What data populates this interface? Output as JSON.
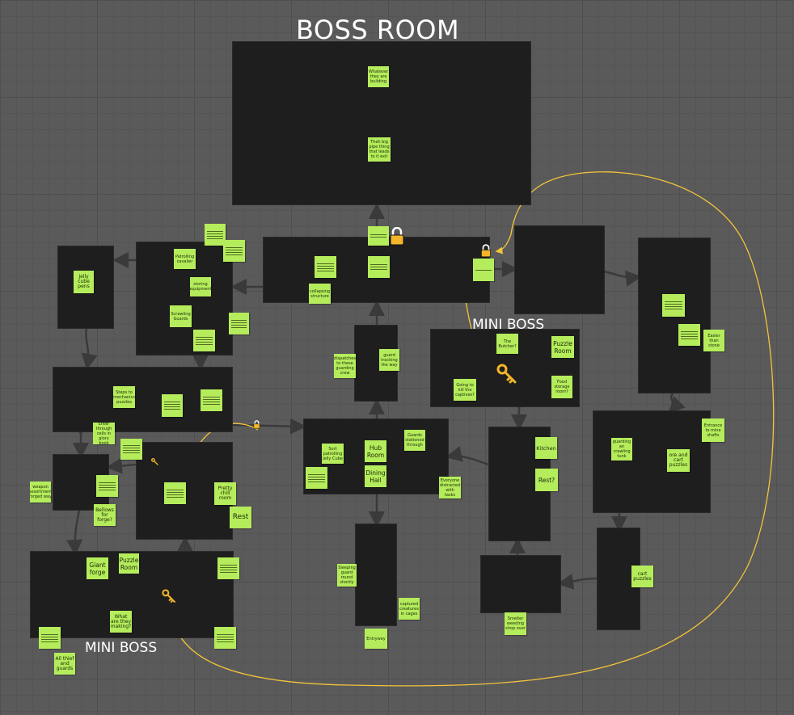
{
  "headings": {
    "boss_room": "BOSS ROOM",
    "mini_boss_right": "MINI BOSS",
    "mini_boss_left": "MINI BOSS"
  },
  "colors": {
    "room": "#1e1e1e",
    "note": "#b5ec5c",
    "key_path": "#f3c43a",
    "arrow": "#3a3a3a",
    "lock": "#f3b52a"
  },
  "notes": {
    "boss_whatever": "Whatever they are building",
    "boss_pipes": "Theh big pipe thing that leads to it exit",
    "jelly_pens": "Jelly cube pens",
    "patrolling_cavalier": "Patrolling cavalier",
    "storing_equipment": "storing equipment",
    "scrawling_guards": "Scrawling Guards",
    "collapsing_structure": "collapsing structure",
    "dispatches": "dispatches to these guarding crew",
    "guard_tracking": "guard tracking the way",
    "the_butcher": "The Butcher?",
    "puzzle_room_right": "Puzzle Room",
    "going_to_kill": "Going to kill the captives?",
    "food_storage": "Food storage room?",
    "easier_stone": "Easier than stone",
    "entrance_mine": "Entrance to mine shafts",
    "guarding_crawling": "guarding an crawling tunk",
    "ore_cart": "ore and cart puzzles",
    "steps_mechanics": "Steps to mechanics puzzles",
    "enter_through": "Enter through cells in glory book",
    "guards_patrolling_jelly": "Sort patrolling Jelly Cube",
    "hub_room": "Hub Room",
    "dining_hall": "Dining Hall",
    "guards_stationed": "Guards stationed through",
    "everyone_distracted": "Everyone distracted with tasks",
    "kitchen": "Kitchen",
    "rest_right": "Rest?",
    "pretty_chill": "Pretty chill room",
    "rest_left": "Rest",
    "weapon_assortment": "weapon assortment forged way",
    "bellows": "Bellows for forge?",
    "giant_forge": "Giant forge",
    "puzzle_room_left": "Puzzle Room",
    "what_making": "What are they making?",
    "all_thieves": "All thief and guards",
    "sleeping_guard": "Sleeping guard round shortly",
    "captured_creatures": "captured creatures in cages",
    "entryway": "Entryway",
    "smelter": "Smelter weeding shop over",
    "cart_puzzles": "cart puzzles"
  }
}
